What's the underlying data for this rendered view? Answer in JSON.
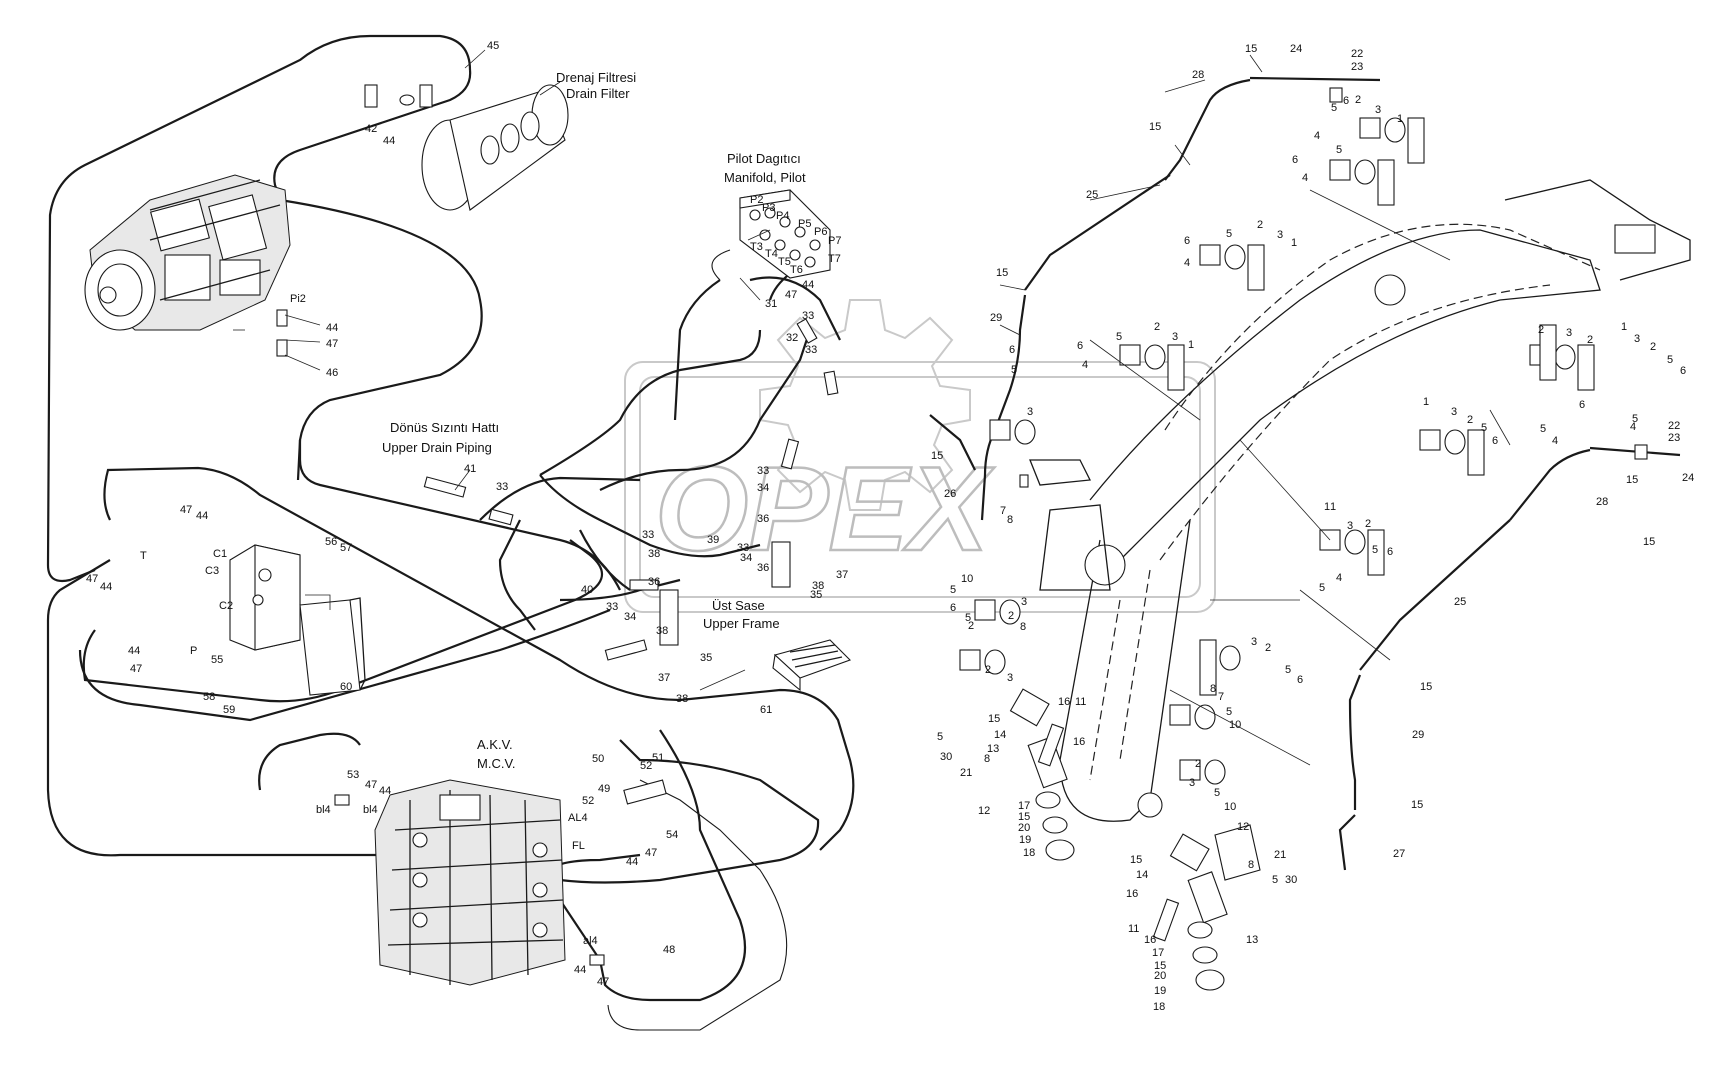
{
  "captions": {
    "drain_filter_tr": "Drenaj Filtresi",
    "drain_filter_en": "Drain Filter",
    "pilot_manifold_tr": "Pilot Dagıtıcı",
    "pilot_manifold_en": "Manifold, Pilot",
    "upper_drain_tr": "Dönüs Sızıntı Hattı",
    "upper_drain_en": "Upper Drain Piping",
    "upper_frame_tr": "Üst Sase",
    "upper_frame_en": "Upper Frame",
    "mcv_tr": "A.K.V.",
    "mcv_en": "M.C.V."
  },
  "watermark": "OPEX",
  "port_labels": [
    "P2",
    "P3",
    "P4",
    "P5",
    "P6",
    "P7",
    "T7",
    "T3",
    "T4",
    "T5",
    "T6",
    "Pi2",
    "C1",
    "C3",
    "C2",
    "T",
    "P",
    "bl4",
    "bl4",
    "AL4",
    "FL",
    "al4"
  ],
  "callouts": [
    "1",
    "2",
    "3",
    "4",
    "5",
    "6",
    "7",
    "8",
    "10",
    "11",
    "12",
    "13",
    "14",
    "15",
    "16",
    "17",
    "18",
    "19",
    "20",
    "21",
    "22",
    "23",
    "24",
    "25",
    "26",
    "27",
    "28",
    "29",
    "30",
    "31",
    "32",
    "33",
    "34",
    "35",
    "36",
    "37",
    "38",
    "39",
    "40",
    "41",
    "42",
    "44",
    "45",
    "46",
    "47",
    "48",
    "49",
    "50",
    "51",
    "52",
    "53",
    "54",
    "55",
    "56",
    "57",
    "58",
    "59",
    "60",
    "61"
  ]
}
